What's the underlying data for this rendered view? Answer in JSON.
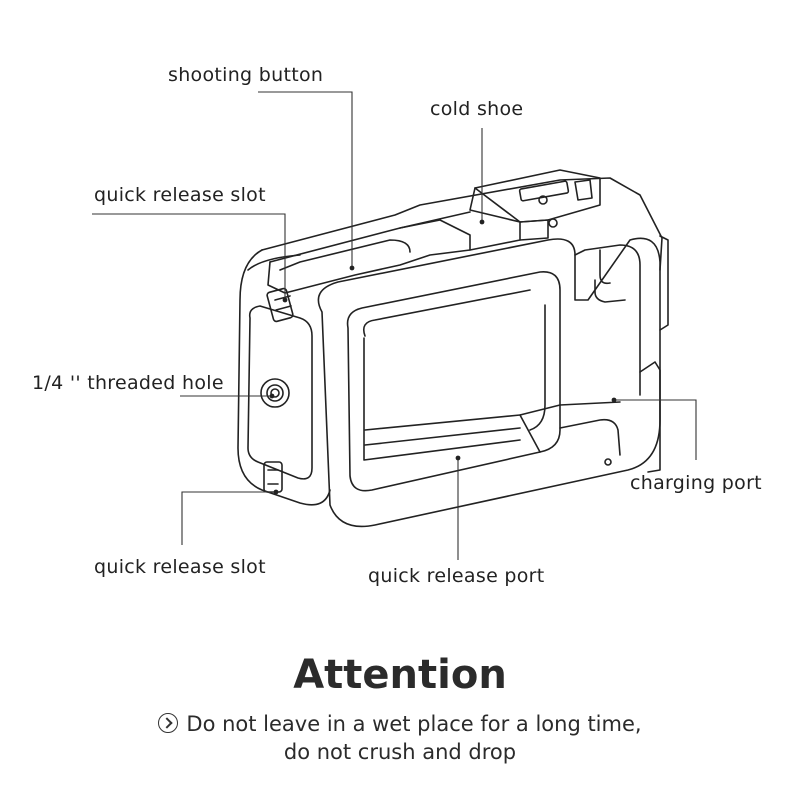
{
  "labels": {
    "shooting_button": "shooting button",
    "cold_shoe": "cold shoe",
    "quick_release_slot_top": "quick release slot",
    "threaded_hole": "1/4 '' threaded hole",
    "quick_release_slot_bottom": "quick release slot",
    "quick_release_port": "quick release port",
    "charging_port": "charging port"
  },
  "attention": {
    "title": "Attention",
    "line1": "Do not leave in a wet place for a long time,",
    "line2": "do not crush and drop",
    "icon": "circle-chevron-right-icon"
  }
}
